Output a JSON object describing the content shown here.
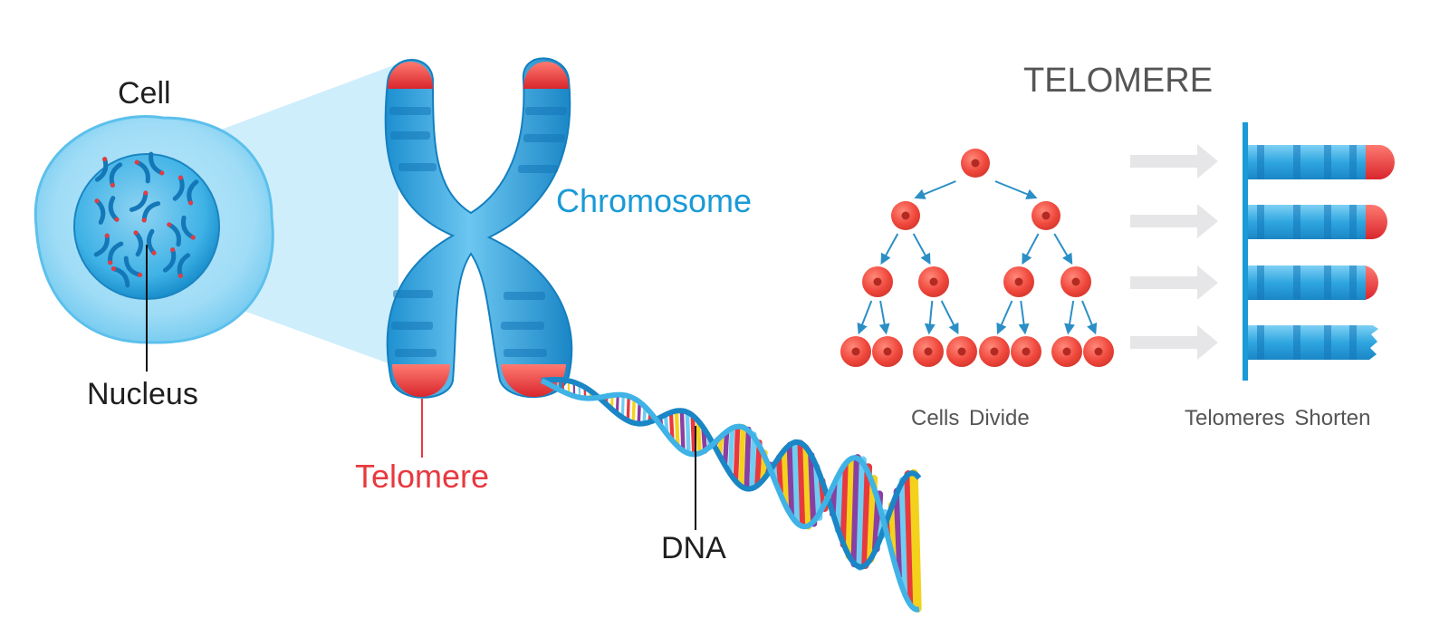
{
  "labels": {
    "cell": "Cell",
    "nucleus": "Nucleus",
    "chromosome": "Chromosome",
    "telomere": "Telomere",
    "dna": "DNA",
    "title": "TELOMERE",
    "cells_divide": "Cells Divide",
    "telomeres_shorten": "Telomeres Shorten"
  },
  "colors": {
    "chromosome_blue": "#1a9ad6",
    "telomere_red": "#e8393f",
    "cell_red": "#f05549",
    "arrow_gray": "#e6e6e8"
  },
  "cell_division": {
    "generations": [
      1,
      2,
      4,
      8
    ]
  },
  "telomere_bars": [
    {
      "cap": "full"
    },
    {
      "cap": "large"
    },
    {
      "cap": "small"
    },
    {
      "cap": "frayed"
    }
  ]
}
